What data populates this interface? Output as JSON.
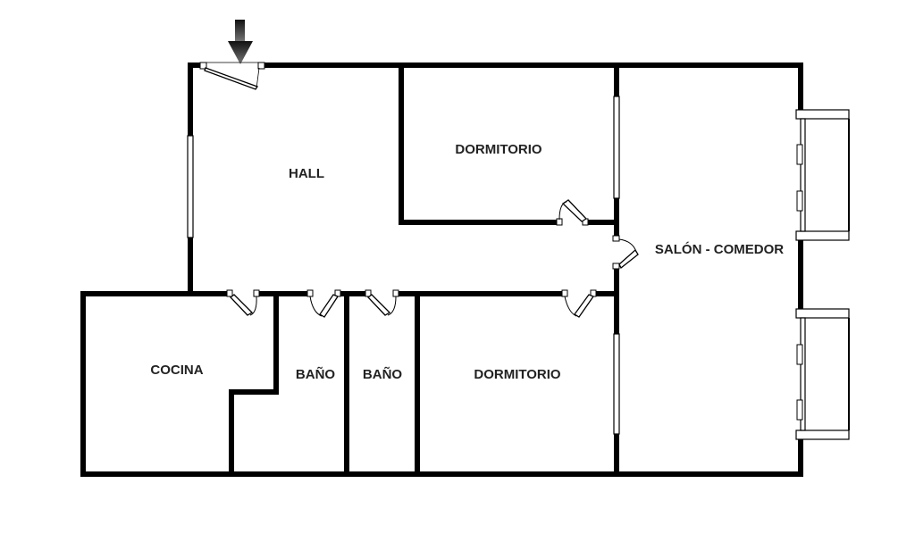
{
  "plan": {
    "rooms": {
      "hall": "HALL",
      "dormitorio_1": "DORMITORIO",
      "salon_comedor": "SALÓN - COMEDOR",
      "cocina": "COCINA",
      "bano_1": "BAÑO",
      "bano_2": "BAÑO",
      "dormitorio_2": "DORMITORIO"
    },
    "entrance_marker": "entrance-arrow-icon",
    "colors": {
      "wall": "#000000",
      "background": "#ffffff"
    }
  }
}
